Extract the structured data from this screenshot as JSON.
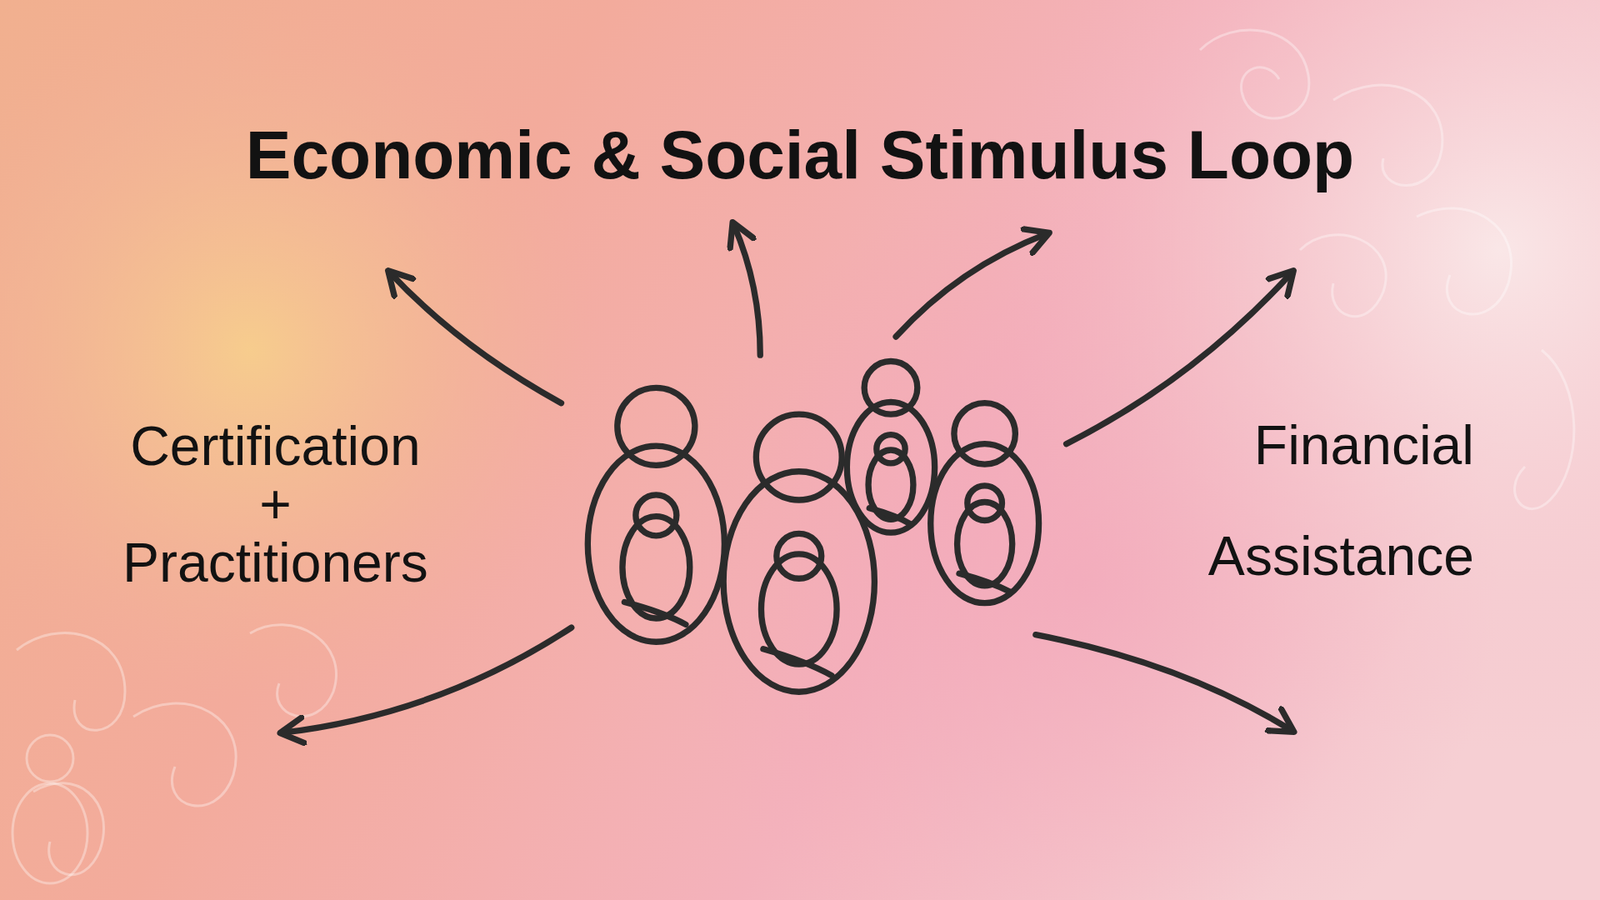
{
  "diagram": {
    "title": "Economic & Social Stimulus Loop",
    "labels": [
      "Certification + Practitioners",
      "Financial Assistance"
    ]
  }
}
